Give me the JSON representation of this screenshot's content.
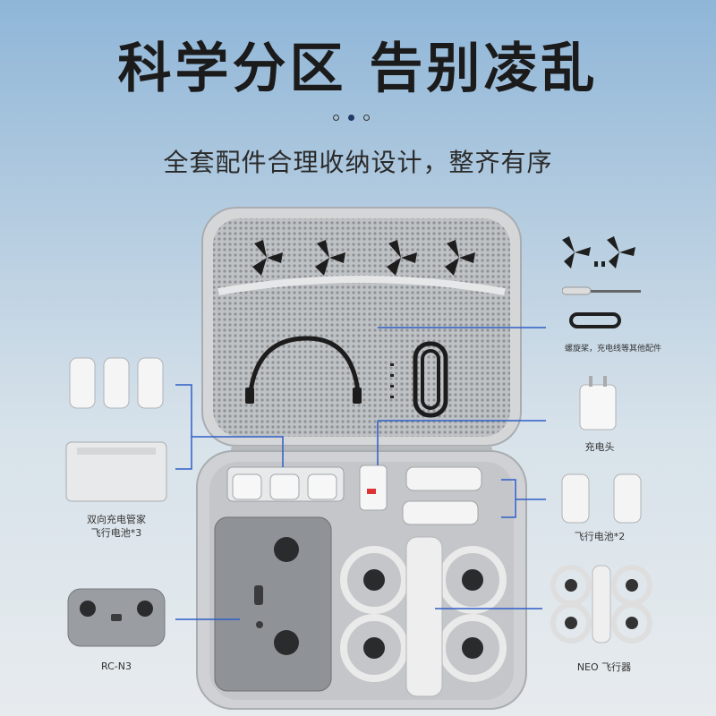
{
  "header": {
    "title": "科学分区 告别凌乱",
    "subtitle": "全套配件合理收纳设计，整齐有序",
    "page_indicator": {
      "total": 3,
      "active_index": 1
    }
  },
  "labels": {
    "accessories": "螺旋桨，充电线等其他配件",
    "charger": "充电头",
    "hub_line1": "双向充电管家",
    "hub_line2": "飞行电池*3",
    "batteries2": "飞行电池*2",
    "controller": "RC-N3",
    "drone": "NEO 飞行器"
  },
  "colors": {
    "accent_line": "#2f5ec8",
    "title": "#1b1b1b",
    "case_shell": "#cfd1d4",
    "case_interior": "#c4c6c9"
  }
}
